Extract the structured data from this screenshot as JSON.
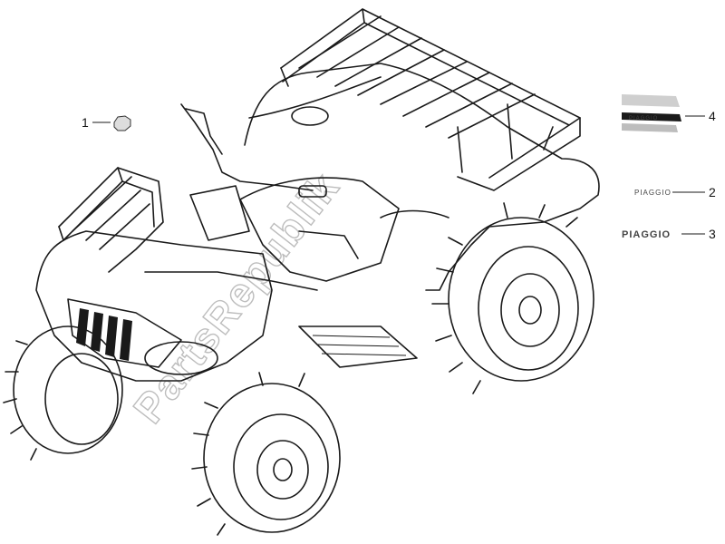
{
  "watermark": "PartsRepublik",
  "decals": {
    "piaggio_small": "PIAGGIO",
    "piaggio_large": "PIAGGIO"
  },
  "callouts": [
    {
      "number": "1",
      "part": "round emblem"
    },
    {
      "number": "2",
      "part": "PIAGGIO small decal"
    },
    {
      "number": "3",
      "part": "PIAGGIO large decal"
    },
    {
      "number": "4",
      "part": "striped decal"
    }
  ]
}
